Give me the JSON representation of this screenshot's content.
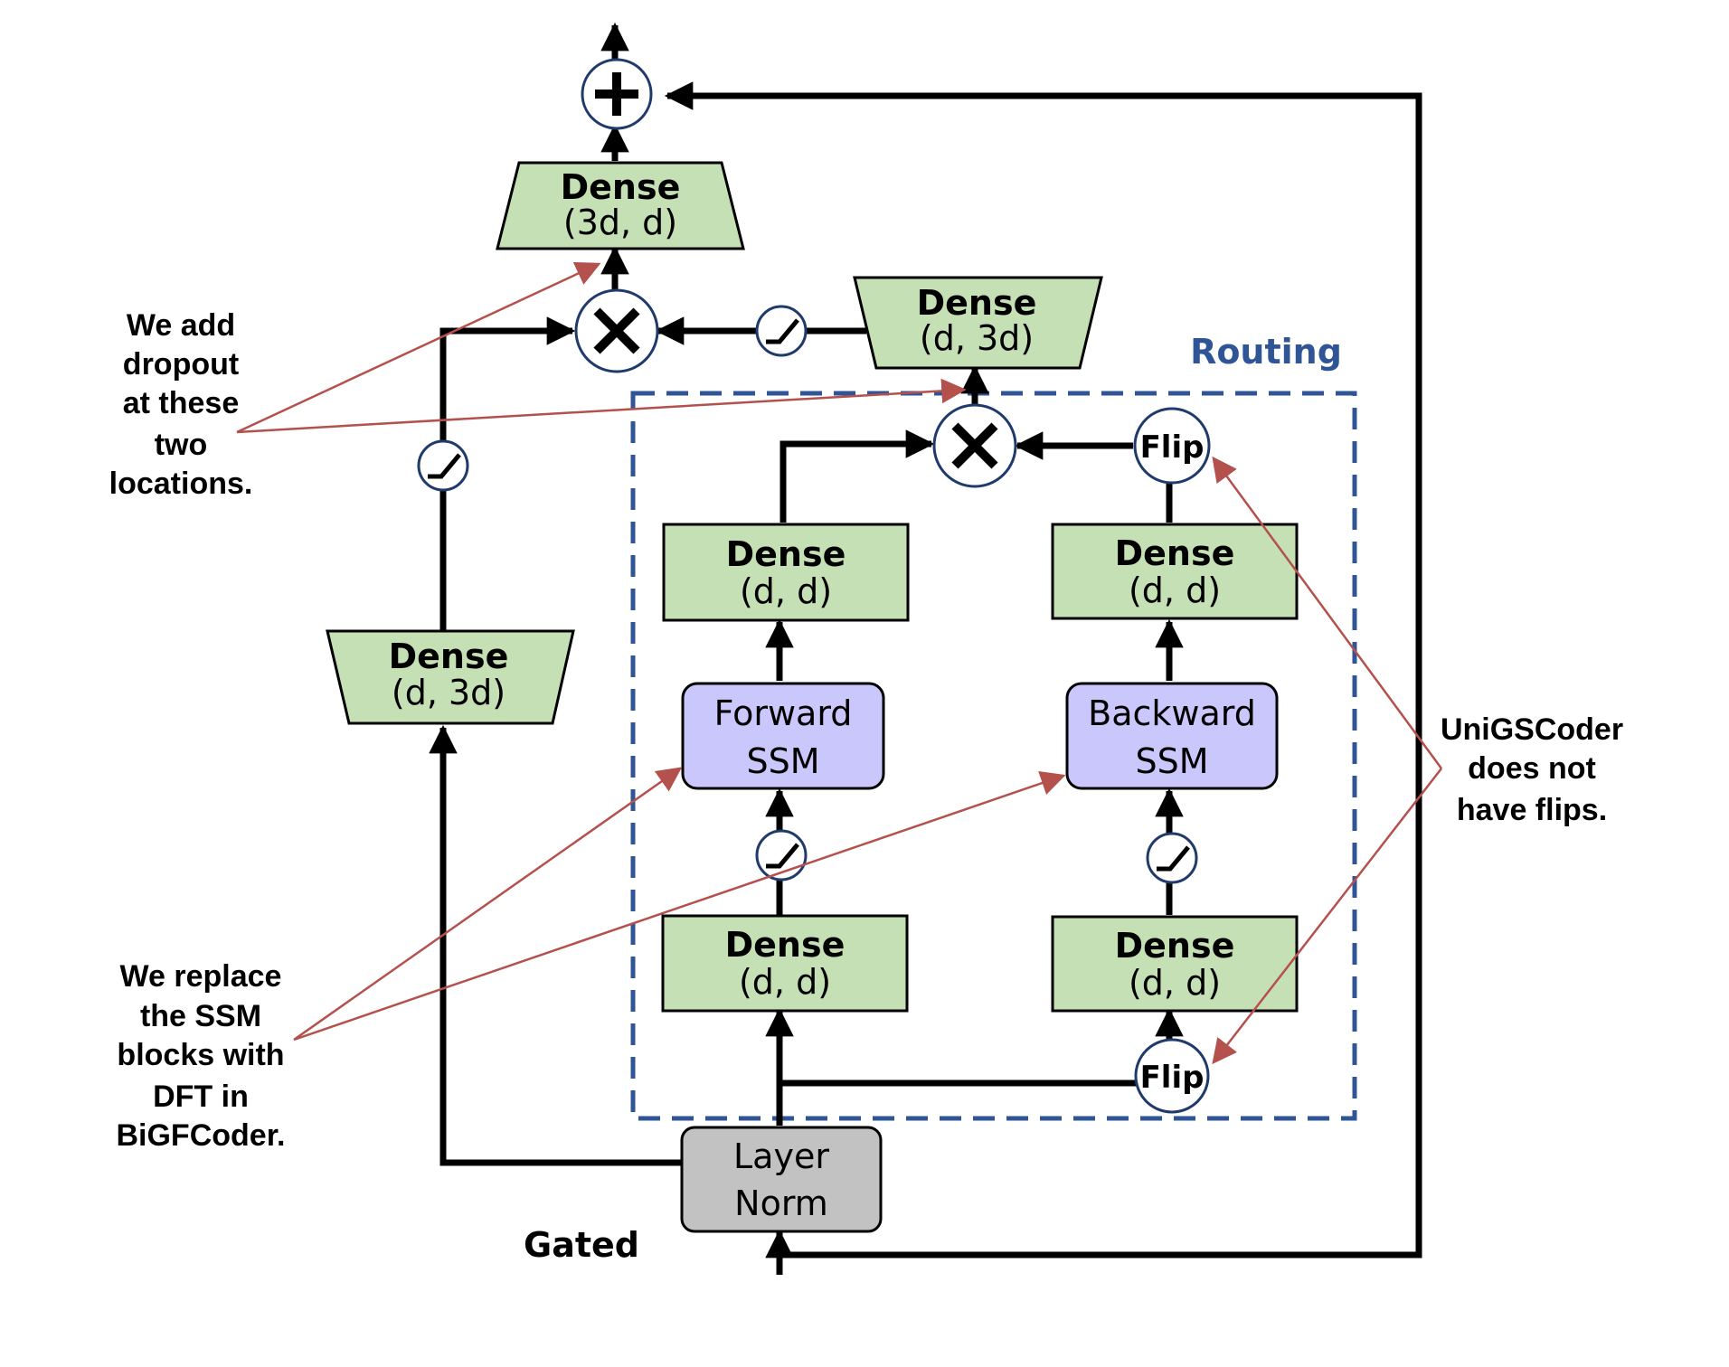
{
  "blocks": {
    "dense_top": {
      "title": "Dense",
      "dims": "(3d, d)"
    },
    "dense_mid_right": {
      "title": "Dense",
      "dims": "(d, 3d)"
    },
    "dense_left": {
      "title": "Dense",
      "dims": "(d, 3d)"
    },
    "dense_fwd_top": {
      "title": "Dense",
      "dims": "(d, d)"
    },
    "dense_bwd_top": {
      "title": "Dense",
      "dims": "(d, d)"
    },
    "dense_fwd_bottom": {
      "title": "Dense",
      "dims": "(d, d)"
    },
    "dense_bwd_bottom": {
      "title": "Dense",
      "dims": "(d, d)"
    },
    "forward_ssm": {
      "line1": "Forward",
      "line2": "SSM"
    },
    "backward_ssm": {
      "line1": "Backward",
      "line2": "SSM"
    },
    "layer_norm": {
      "line1": "Layer",
      "line2": "Norm"
    },
    "flip_top": "Flip",
    "flip_bottom": "Flip"
  },
  "labels": {
    "routing": "Routing",
    "gated": "Gated"
  },
  "annotations": {
    "dropout": [
      "We add",
      "dropout",
      "at these",
      "two",
      "locations."
    ],
    "ssm_replace": [
      "We replace",
      "the SSM",
      "blocks with",
      "DFT in",
      "BiGFCoder."
    ],
    "flips": [
      "UniGSCoder",
      "does not",
      "have flips."
    ]
  },
  "colors": {
    "dense_fill": "#c5e0b4",
    "ssm_fill": "#c9c7fb",
    "norm_fill": "#c2c2c2",
    "routing_blue": "#2f5597",
    "annotation_red": "#b5514d"
  }
}
